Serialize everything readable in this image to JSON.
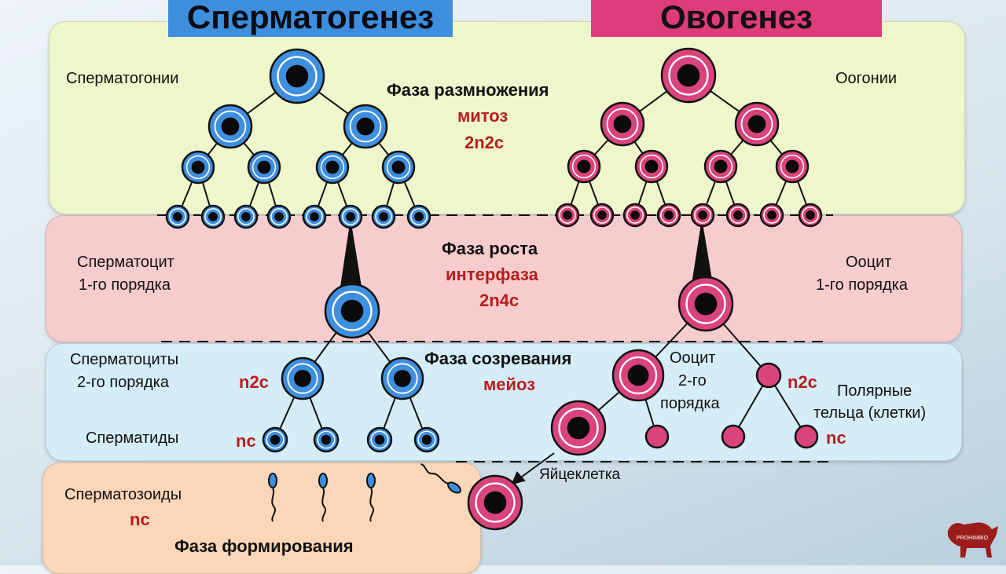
{
  "titles": {
    "left": "Сперматогенез",
    "right": "Овогенез"
  },
  "phases": {
    "reproduction": {
      "name": "Фаза размножения",
      "division": "митоз",
      "formula": "2n2c"
    },
    "growth": {
      "name": "Фаза роста",
      "division": "интерфаза",
      "formula": "2n4c"
    },
    "maturation": {
      "name": "Фаза созревания",
      "division": "мейоз"
    },
    "formation": {
      "name": "Фаза формирования"
    }
  },
  "labels": {
    "spermatogonia": "Сперматогонии",
    "oogonia": "Оогонии",
    "spermatocyte1_a": "Сперматоцит",
    "spermatocyte1_b": "1-го порядка",
    "oocyte1_a": "Ооцит",
    "oocyte1_b": "1-го порядка",
    "spermatocytes2_a": "Сперматоциты",
    "spermatocytes2_b": "2-го порядка",
    "n2c_left": "n2c",
    "oocyte2_a": "Ооцит",
    "oocyte2_b": "2-го",
    "oocyte2_c": "порядка",
    "n2c_right": "n2c",
    "polar_a": "Полярные",
    "polar_b": "тельца (клетки)",
    "spermatids": "Сперматиды",
    "nc_left": "nc",
    "nc_right": "nc",
    "egg": "Яйцеклетка",
    "spermatozoa": "Сперматозоиды",
    "nc_sperm": "nc"
  },
  "colors": {
    "sperm_cell": "#3f8fe0",
    "egg_cell": "#d9447a",
    "nucleus": "#0a0a0a",
    "text_red": "#b51e1e"
  },
  "logo": {
    "text": "PROHIMBIO",
    "icon": "bull-icon"
  }
}
